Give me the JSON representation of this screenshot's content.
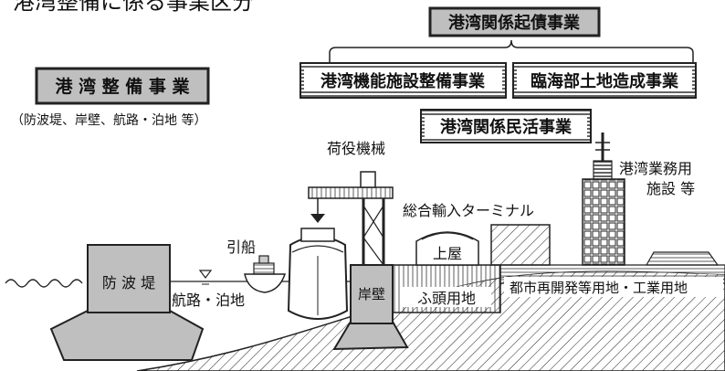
{
  "title": "港湾整備に係る事業区分",
  "labels": {
    "kanren_kisai": "港湾関係起債事業",
    "kinou_shisetsu": "港湾機能施設整備事業",
    "rinkai": "臨海部土地造成事業",
    "minkatsu": "港湾関係民活事業",
    "seibi": "港 湾 整 備 事 業",
    "seibi_note": "（防波堤、岸壁、航路・泊地 等）",
    "niyaku": "荷役機械",
    "gyomu_line1": "港湾業務用",
    "gyomu_line2": "施設 等",
    "terminal": "総合輸入ターミナル",
    "uwaya": "上屋",
    "hikifune": "引船",
    "bohatei": "防 波 堤",
    "kouro": "航路・泊地",
    "ganpeki": "岸壁",
    "futou": "ふ頭用地",
    "toshi": "都市再開発等用地・工業用地"
  }
}
